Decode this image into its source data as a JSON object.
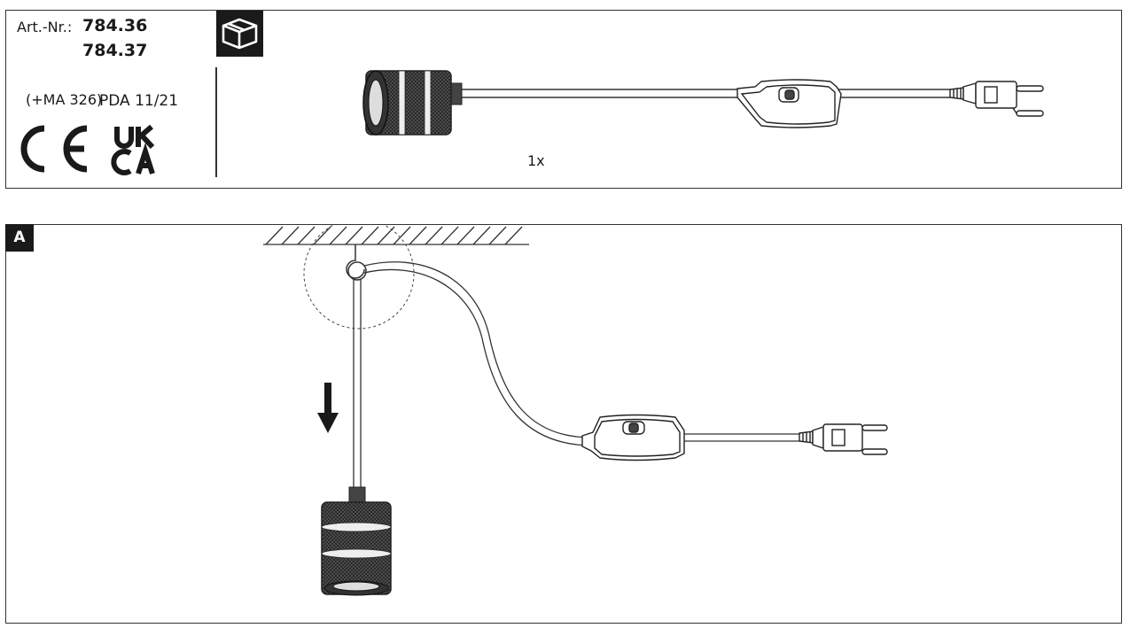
{
  "header": {
    "art_label": "Art.-Nr.:",
    "article_numbers": [
      "784.36",
      "784.37"
    ],
    "ma_code": "(+MA 326)",
    "pda_code": "PDA 11/21",
    "certifications": [
      "CE",
      "UKCA"
    ],
    "package_icon": "package-box-icon"
  },
  "contents": {
    "quantity": "1x",
    "item": "pendant-lamp-socket-with-switch-and-plug"
  },
  "step_a": {
    "label": "A",
    "arrow_direction": "down"
  },
  "colors": {
    "ink": "#1a1a1a",
    "line": "#333333",
    "background": "#ffffff"
  }
}
